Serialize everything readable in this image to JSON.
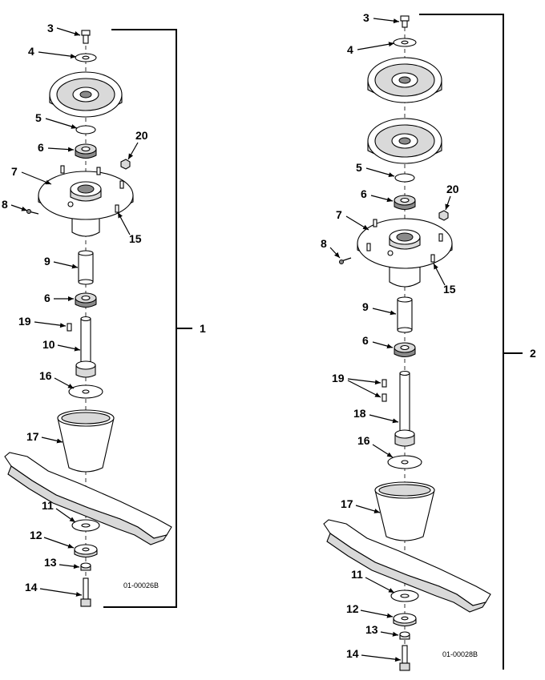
{
  "assemblies": [
    {
      "number": "1",
      "drawing_code": "01-00026B",
      "callouts": [
        "3",
        "4",
        "5",
        "6",
        "20",
        "7",
        "8",
        "15",
        "9",
        "6",
        "19",
        "10",
        "16",
        "17",
        "11",
        "12",
        "13",
        "14"
      ]
    },
    {
      "number": "2",
      "drawing_code": "01-00028B",
      "callouts": [
        "3",
        "4",
        "5",
        "6",
        "20",
        "7",
        "8",
        "15",
        "9",
        "6",
        "19",
        "18",
        "16",
        "17",
        "11",
        "12",
        "13",
        "14"
      ]
    }
  ],
  "colors": {
    "ink": "#000000",
    "fill": "#ffffff",
    "shade": "#d9d9d9"
  }
}
